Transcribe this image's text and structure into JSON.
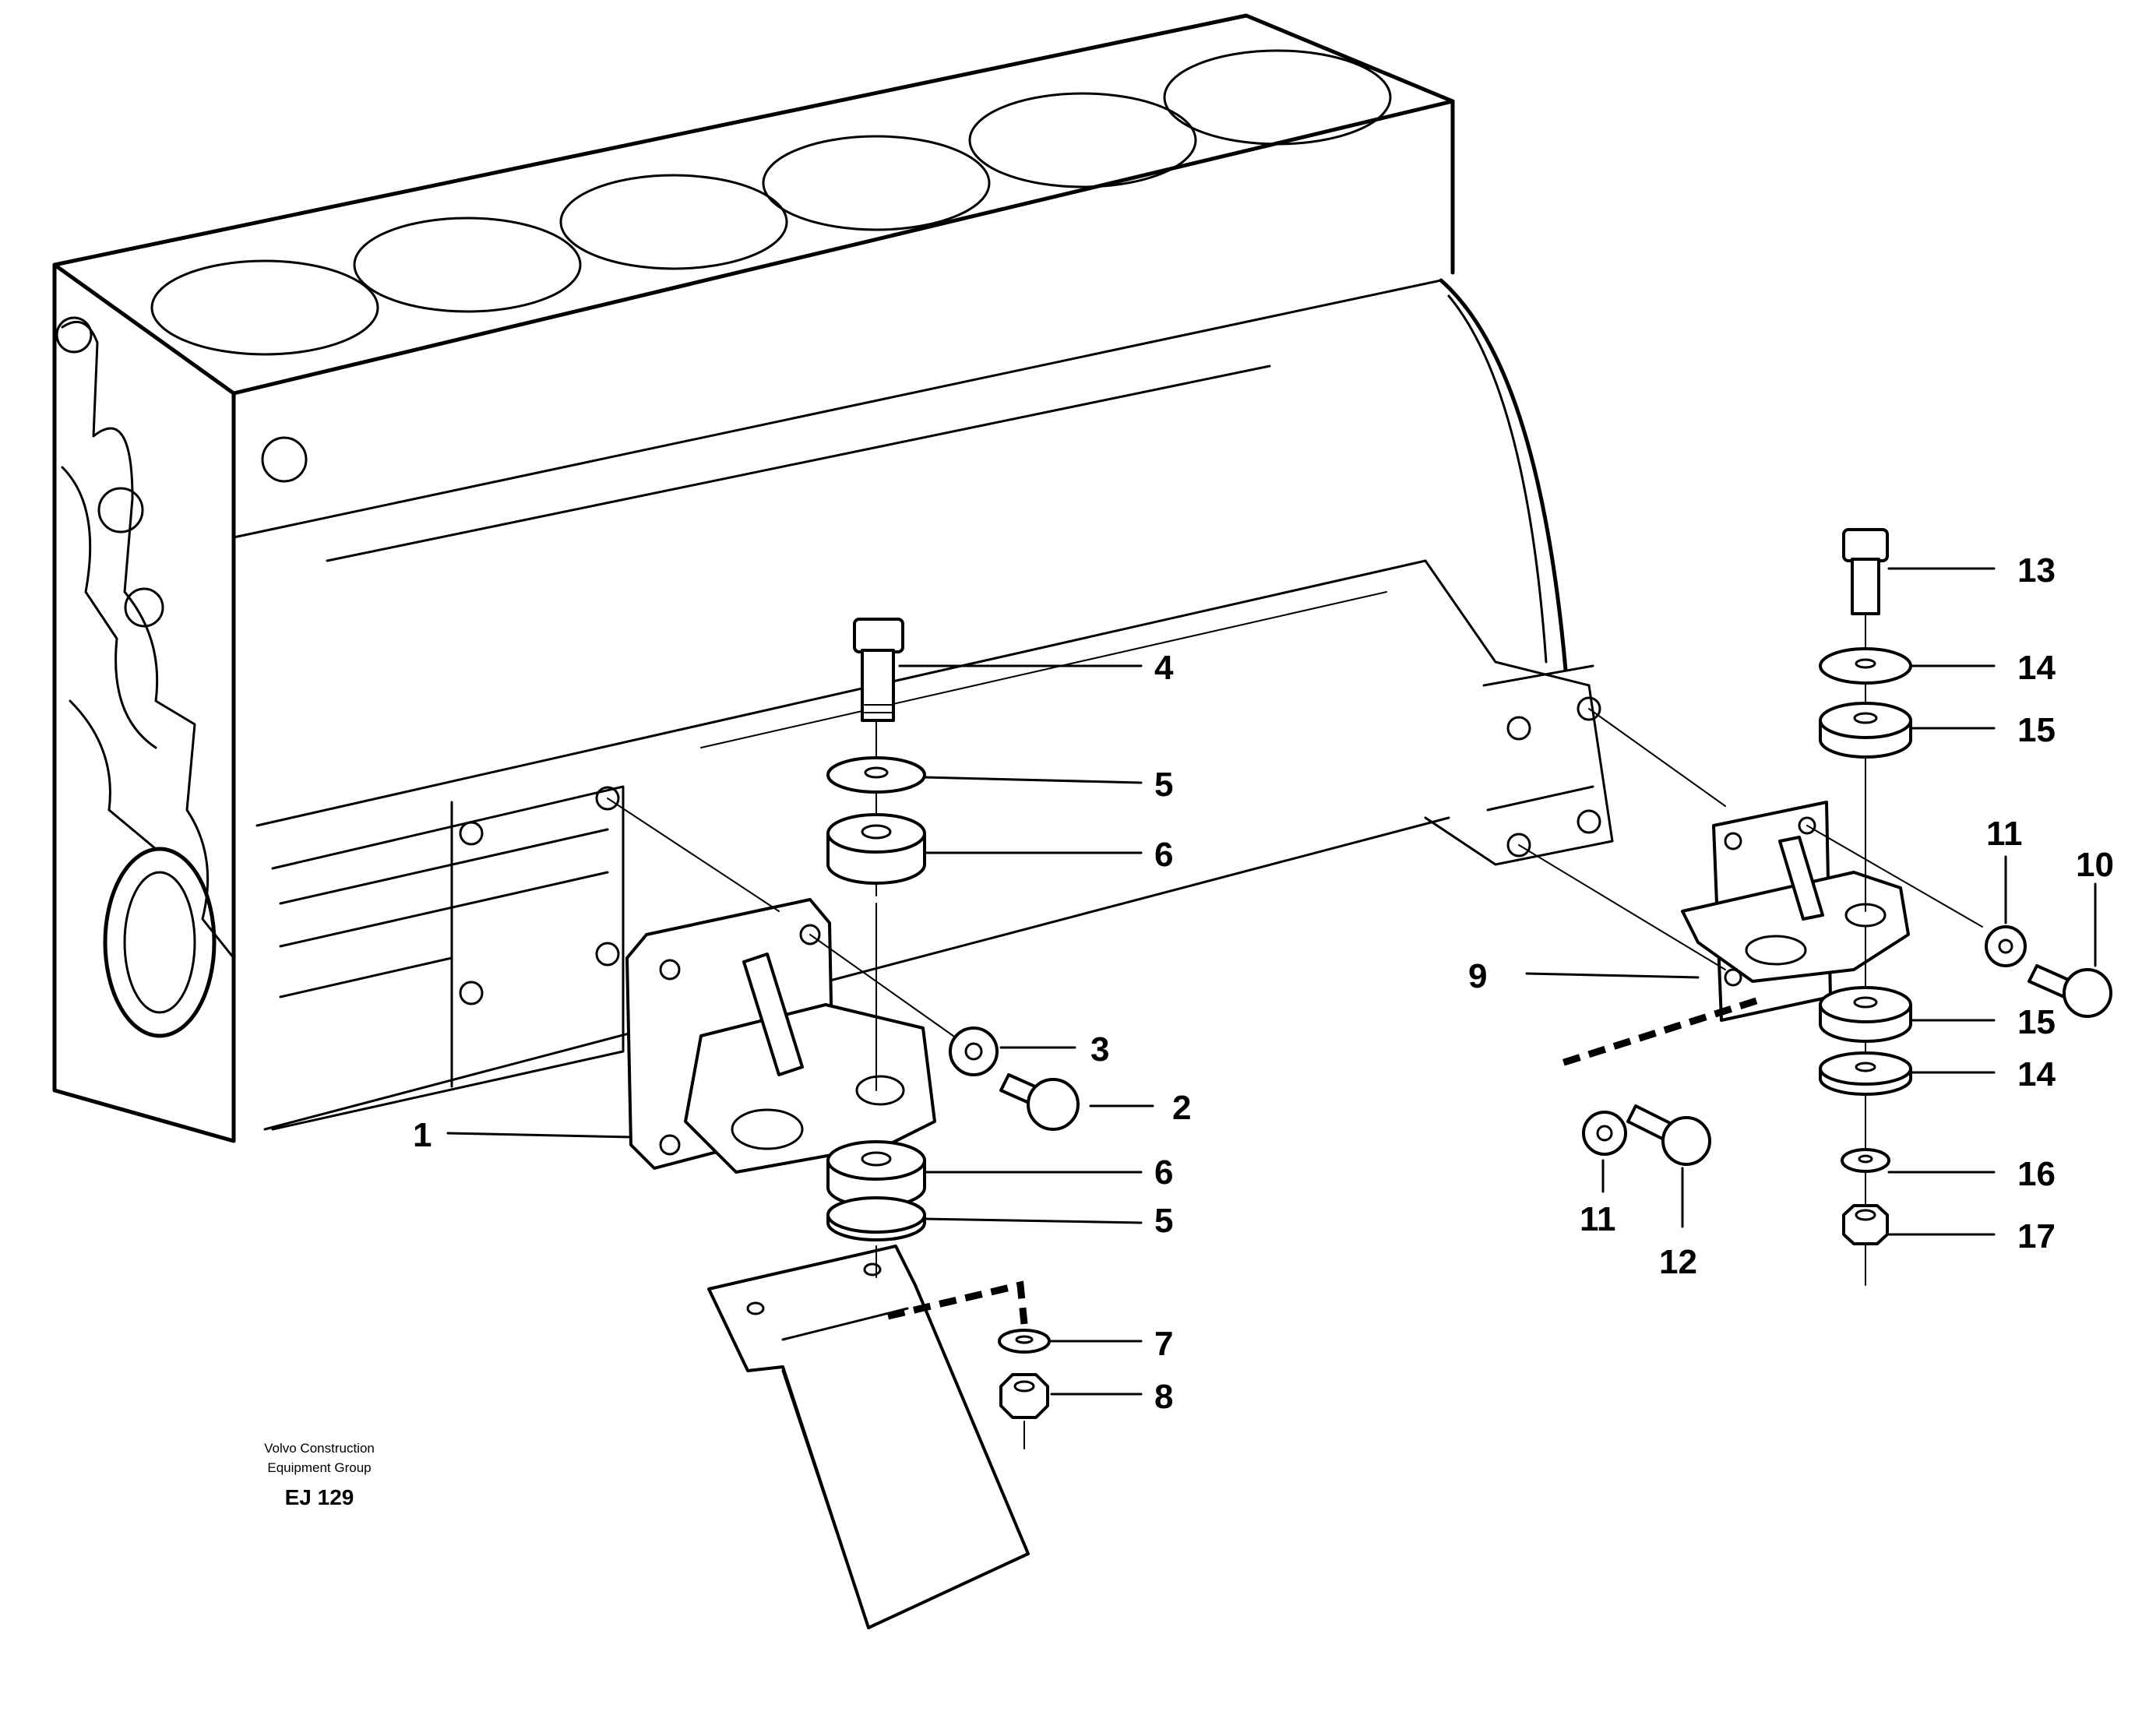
{
  "diagram": {
    "callouts": [
      "1",
      "2",
      "3",
      "4",
      "5",
      "6",
      "5",
      "6",
      "7",
      "8",
      "9",
      "10",
      "11",
      "11",
      "12",
      "13",
      "14",
      "15",
      "15",
      "14",
      "16",
      "17"
    ],
    "credit": {
      "line1": "Volvo Construction",
      "line2": "Equipment Group",
      "code": "EJ 129"
    }
  }
}
